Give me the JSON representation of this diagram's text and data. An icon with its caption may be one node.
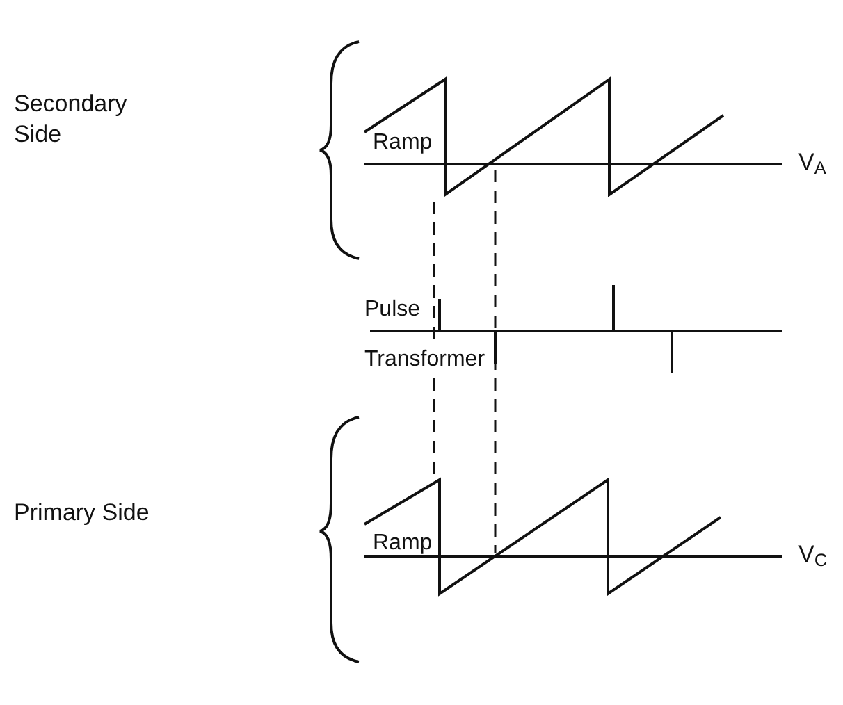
{
  "diagram": {
    "labels": [
      "Secondary Side",
      "Ramp",
      "V$_{A}$",
      "Pulse Transformer",
      "Primary Side",
      "Ramp",
      "V$_{C}$"
    ]
  }
}
